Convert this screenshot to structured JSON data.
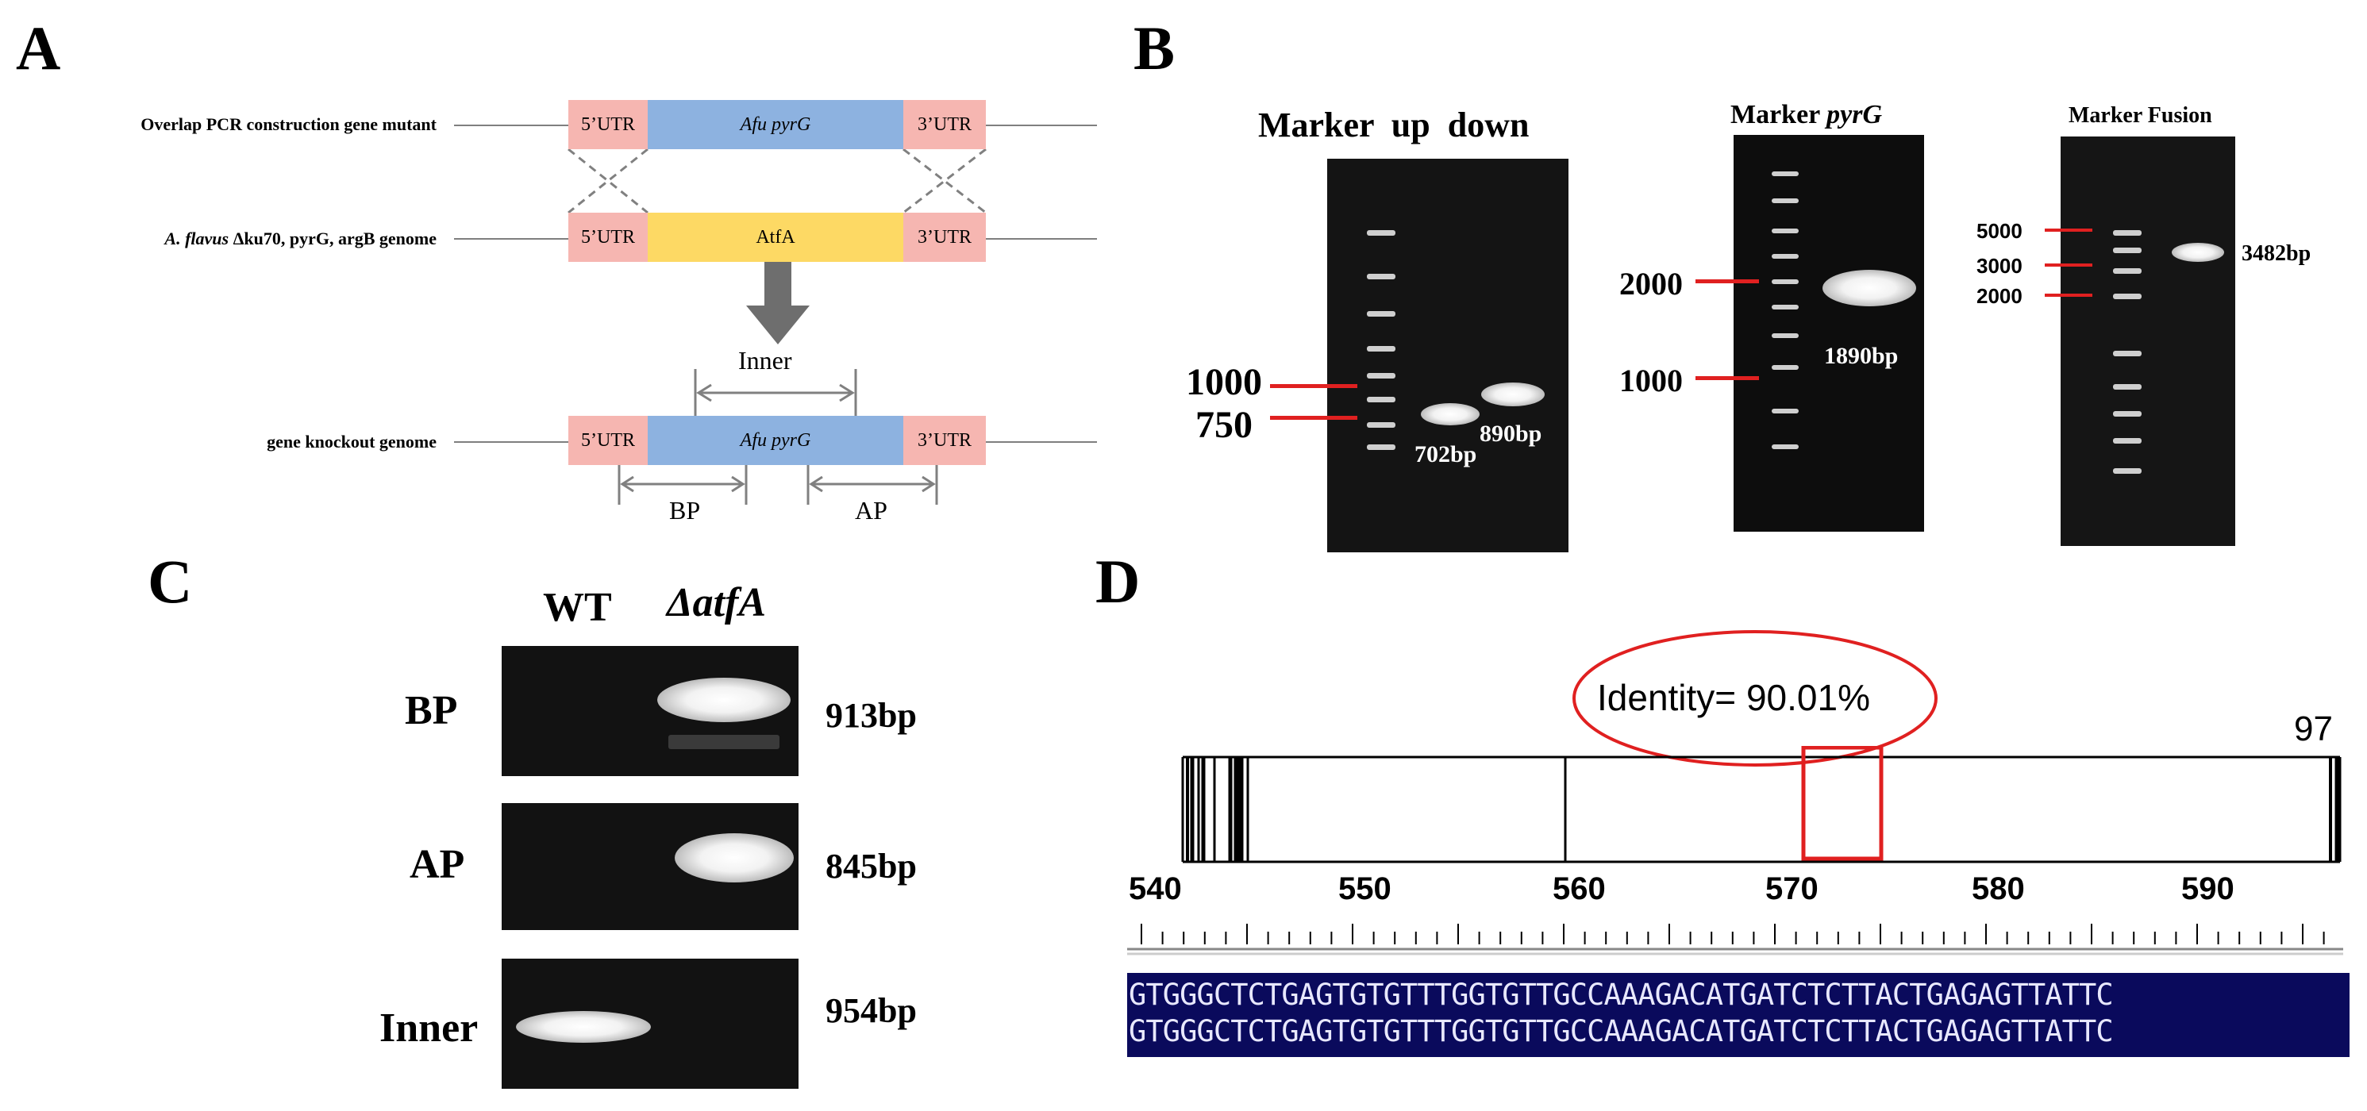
{
  "panels": {
    "a": {
      "letter": "A",
      "rows": [
        {
          "label": "Overlap PCR construction gene mutant",
          "utr5": "5’UTR",
          "gene": "Afu pyrG",
          "utr3": "3’UTR"
        },
        {
          "label_italic": "A. flavus",
          "label_rest": " Δku70, pyrG, argB genome",
          "utr5": "5’UTR",
          "gene": "AtfA",
          "utr3": "3’UTR"
        },
        {
          "label": "gene knockout genome",
          "utr5": "5’UTR",
          "gene": "Afu pyrG",
          "utr3": "3’UTR"
        }
      ],
      "inner_label": "Inner",
      "bp_label": "BP",
      "ap_label": "AP"
    },
    "b": {
      "letter": "B",
      "gel1": {
        "header": "Marker  up  down",
        "m1000": "1000",
        "m750": "750",
        "band_up": "702bp",
        "band_down": "890bp"
      },
      "gel2": {
        "header_a": "Marker ",
        "header_b": "pyrG",
        "m2000": "2000",
        "m1000": "1000",
        "band": "1890bp"
      },
      "gel3": {
        "header": "Marker Fusion",
        "m5000": "5000",
        "m3000": "3000",
        "m2000": "2000",
        "band": "3482bp"
      }
    },
    "c": {
      "letter": "C",
      "col_wt": "WT",
      "col_mut": "ΔatfA",
      "rows": [
        {
          "name": "BP",
          "size": "913bp"
        },
        {
          "name": "AP",
          "size": "845bp"
        },
        {
          "name": "Inner",
          "size": "954bp"
        }
      ]
    },
    "d": {
      "letter": "D",
      "identity": "Identity= 90.01%",
      "corner_number": "97",
      "ticks": [
        "540",
        "550",
        "560",
        "570",
        "580",
        "590"
      ],
      "seq1": "GTGGGCTCTGAGTGTGTTTGGTGTTGCCAAAGACATGATCTCTTACTGAGAGTTATTC",
      "seq2": "GTGGGCTCTGAGTGTGTTTGGTGTTGCCAAAGACATGATCTCTTACTGAGAGTTATTC"
    }
  }
}
